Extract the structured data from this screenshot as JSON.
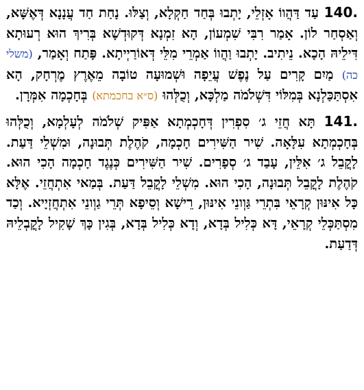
{
  "paragraphs": [
    {
      "number": "140.",
      "text_1": "עַד דַּהֲווֹ אָזְלֵי, יָתְבוּ בְּחַד חַקְלָא, וְצַלּוּ. נָחַת חַד עֲנָנָא דְּאֶשָּׁא, וְאַסְחַר לוֹן. אָמַר רִבִּי שִׁמְעוֹן, הָא זִמְנָא דְּקוּדְשָׁא בְּרִיךְ הוּא רְעוּתָא דִּילֵיהּ הָכָא. נֵיתִיב. יָתְבוּ וַהֲווֹ אַמְרֵי מִלֵּי דְּאוֹרַיְיתָא. פָּתַח וְאָמַר,",
      "reference": "(משלי כה)",
      "text_2": "מַיִם קָרִים עַל נֶפֶשׁ עֲיֵפָה וּשְׁמוּעָה טוֹבָה מֵאֶרֶץ מֶרְחָק, הָא אִסְתַּכַּלְנָא בְּמִלּוֹי דִּשְׁלֹמֹה מַלְכָּא, וְכֻלְּהוּ",
      "alt_reading": "(ס״א בחכמתא)",
      "text_3": "בְּחָכְמָה אִמְּרָן."
    },
    {
      "number": "141.",
      "text_1": "תָּא חֲזֵי ג׳ סִפְרִין דְּחָכְמְתָא אַפִּיק שְׁלֹמֹה לְעָלְמָא, וְכֻלְּהוּ בְּחָכְמְתָא עִלָּאָה. שִׁיר הַשִּׁירִים חָכְמָה, קֹהֶלֶת תְּבוּנָה, וּמִשְׁלֵי דַּעַת. לָקֳבֵל ג׳ אִלֵּין, עָבַד ג׳ סְפָרִים. שִׁיר הַשִּׁירִים כְּנֶגֶד חָכְמָה הָכִי הוּא. קֹהֶלֶת לָקֳבֵל תְּבוּנָה, הָכִי הוּא. מִשְׁלֵי לָקֳבֵל דַּעַת. בְּמַאי אִתְחֲזֵי. אֶלָּא כָּל אִינּוּן קְרָאֵי בִּתְרֵי גַּוְונֵי אִינּוּן, רֵישָׁא וְסֵיפָא תְּרֵי גַוְונֵי אִתְחֲזְיָיא. וְכַד מִסְתַּכְּלֵי קְרָאֵי, דָּא כְּלִיל בְּדָא, וְדָא כְּלִיל בְּדָא, בְּגִין כָּךְ שָׁקִיל לָקֳבְלֵיהּ דְּדַעַת."
    }
  ],
  "colors": {
    "text": "#000000",
    "reference": "#1f3fa8",
    "alt_reading": "#c8780f",
    "background": "#ffffff"
  }
}
